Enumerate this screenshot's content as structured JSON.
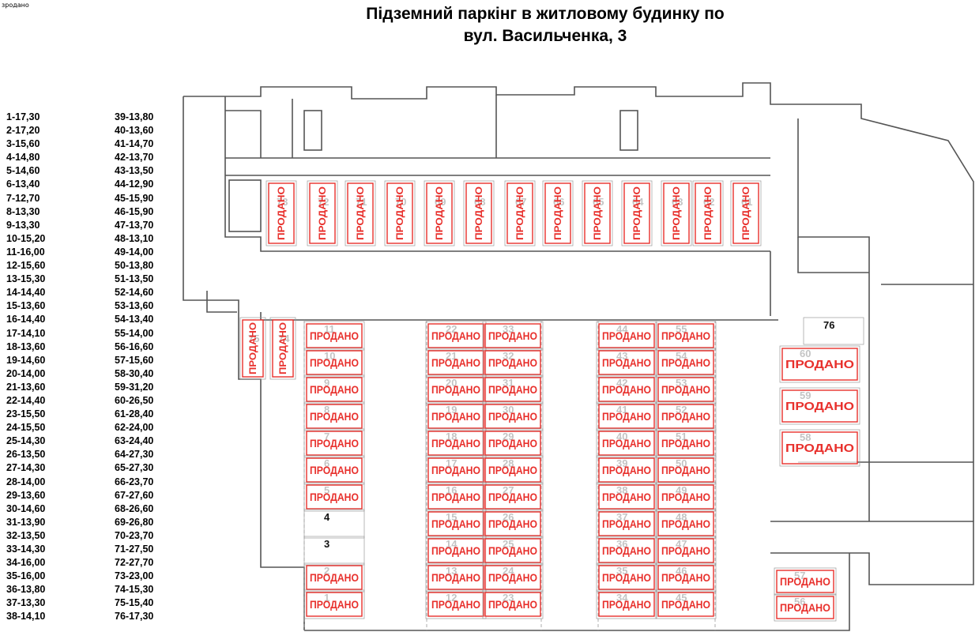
{
  "corner_mark": "зродано",
  "title_line1": "Підземний паркінг в житловому будинку по",
  "title_line2": "вул. Васильченка, 3",
  "sold_label": "ПРОДАНО",
  "legend_left": [
    "1-17,30",
    "2-17,20",
    "3-15,60",
    "4-14,80",
    "5-14,60",
    "6-13,40",
    "7-12,70",
    "8-13,30",
    "9-13,30",
    "10-15,20",
    "11-16,00",
    "12-15,60",
    "13-15,30",
    "14-14,40",
    "15-13,60",
    "16-14,40",
    "17-14,10",
    "18-13,60",
    "19-14,60",
    "20-14,00",
    "21-13,60",
    "22-14,40",
    "23-15,50",
    "24-15,50",
    "25-14,30",
    "26-13,50",
    "27-14,30",
    "28-14,00",
    "29-13,60",
    "30-14,60",
    "31-13,90",
    "32-13,50",
    "33-14,30",
    "34-16,00",
    "35-16,00",
    "36-13,80",
    "37-13,30",
    "38-14,10"
  ],
  "legend_right": [
    "39-13,80",
    "40-13,60",
    "41-14,70",
    "42-13,70",
    "43-13,50",
    "44-12,90",
    "45-15,90",
    "46-15,90",
    "47-13,70",
    "48-13,10",
    "49-14,00",
    "50-13,80",
    "51-13,50",
    "52-14,60",
    "53-13,60",
    "54-13,40",
    "55-14,00",
    "56-16,60",
    "57-15,60",
    "58-30,40",
    "59-31,20",
    "60-26,50",
    "61-28,40",
    "62-24,00",
    "63-24,40",
    "64-27,30",
    "65-27,30",
    "66-23,70",
    "67-27,60",
    "68-26,60",
    "69-26,80",
    "70-23,70",
    "71-27,50",
    "72-27,70",
    "73-23,00",
    "74-15,30",
    "75-15,40",
    "76-17,30"
  ],
  "colors": {
    "sold": "#e8302c",
    "wall": "#555555",
    "line": "#8a8a8a"
  },
  "spots": [
    {
      "num": "11",
      "sold": true
    },
    {
      "num": "10",
      "sold": true
    },
    {
      "num": "9",
      "sold": true
    },
    {
      "num": "8",
      "sold": true
    },
    {
      "num": "7",
      "sold": true
    },
    {
      "num": "6",
      "sold": true
    },
    {
      "num": "5",
      "sold": true
    },
    {
      "num": "4",
      "sold": false
    },
    {
      "num": "3",
      "sold": false
    },
    {
      "num": "2",
      "sold": true
    },
    {
      "num": "1",
      "sold": true
    },
    {
      "num": "22",
      "sold": true
    },
    {
      "num": "21",
      "sold": true
    },
    {
      "num": "20",
      "sold": true
    },
    {
      "num": "19",
      "sold": true
    },
    {
      "num": "18",
      "sold": true
    },
    {
      "num": "17",
      "sold": true
    },
    {
      "num": "16",
      "sold": true
    },
    {
      "num": "15",
      "sold": true
    },
    {
      "num": "14",
      "sold": true
    },
    {
      "num": "13",
      "sold": true
    },
    {
      "num": "12",
      "sold": true
    },
    {
      "num": "33",
      "sold": true
    },
    {
      "num": "32",
      "sold": true
    },
    {
      "num": "31",
      "sold": true
    },
    {
      "num": "30",
      "sold": true
    },
    {
      "num": "29",
      "sold": true
    },
    {
      "num": "28",
      "sold": true
    },
    {
      "num": "27",
      "sold": true
    },
    {
      "num": "26",
      "sold": true
    },
    {
      "num": "25",
      "sold": true
    },
    {
      "num": "24",
      "sold": true
    },
    {
      "num": "23",
      "sold": true
    },
    {
      "num": "44",
      "sold": true
    },
    {
      "num": "43",
      "sold": true
    },
    {
      "num": "42",
      "sold": true
    },
    {
      "num": "41",
      "sold": true
    },
    {
      "num": "40",
      "sold": true
    },
    {
      "num": "39",
      "sold": true
    },
    {
      "num": "38",
      "sold": true
    },
    {
      "num": "37",
      "sold": true
    },
    {
      "num": "36",
      "sold": true
    },
    {
      "num": "35",
      "sold": true
    },
    {
      "num": "34",
      "sold": true
    },
    {
      "num": "55",
      "sold": true
    },
    {
      "num": "54",
      "sold": true
    },
    {
      "num": "53",
      "sold": true
    },
    {
      "num": "52",
      "sold": true
    },
    {
      "num": "51",
      "sold": true
    },
    {
      "num": "50",
      "sold": true
    },
    {
      "num": "49",
      "sold": true
    },
    {
      "num": "48",
      "sold": true
    },
    {
      "num": "47",
      "sold": true
    },
    {
      "num": "46",
      "sold": true
    },
    {
      "num": "45",
      "sold": true
    },
    {
      "num": "60",
      "sold": true
    },
    {
      "num": "59",
      "sold": true
    },
    {
      "num": "58",
      "sold": true
    },
    {
      "num": "57",
      "sold": true
    },
    {
      "num": "56",
      "sold": true
    },
    {
      "num": "76",
      "sold": false
    },
    {
      "num": "75",
      "sold": true
    },
    {
      "num": "74",
      "sold": true
    },
    {
      "num": "73",
      "sold": true
    },
    {
      "num": "72",
      "sold": true
    },
    {
      "num": "71",
      "sold": true
    },
    {
      "num": "70",
      "sold": true
    },
    {
      "num": "69",
      "sold": true
    },
    {
      "num": "68",
      "sold": true
    },
    {
      "num": "67",
      "sold": true
    },
    {
      "num": "66",
      "sold": true
    },
    {
      "num": "65",
      "sold": true
    },
    {
      "num": "64",
      "sold": true
    },
    {
      "num": "63",
      "sold": true
    },
    {
      "num": "62",
      "sold": true
    },
    {
      "num": "61",
      "sold": true
    }
  ]
}
